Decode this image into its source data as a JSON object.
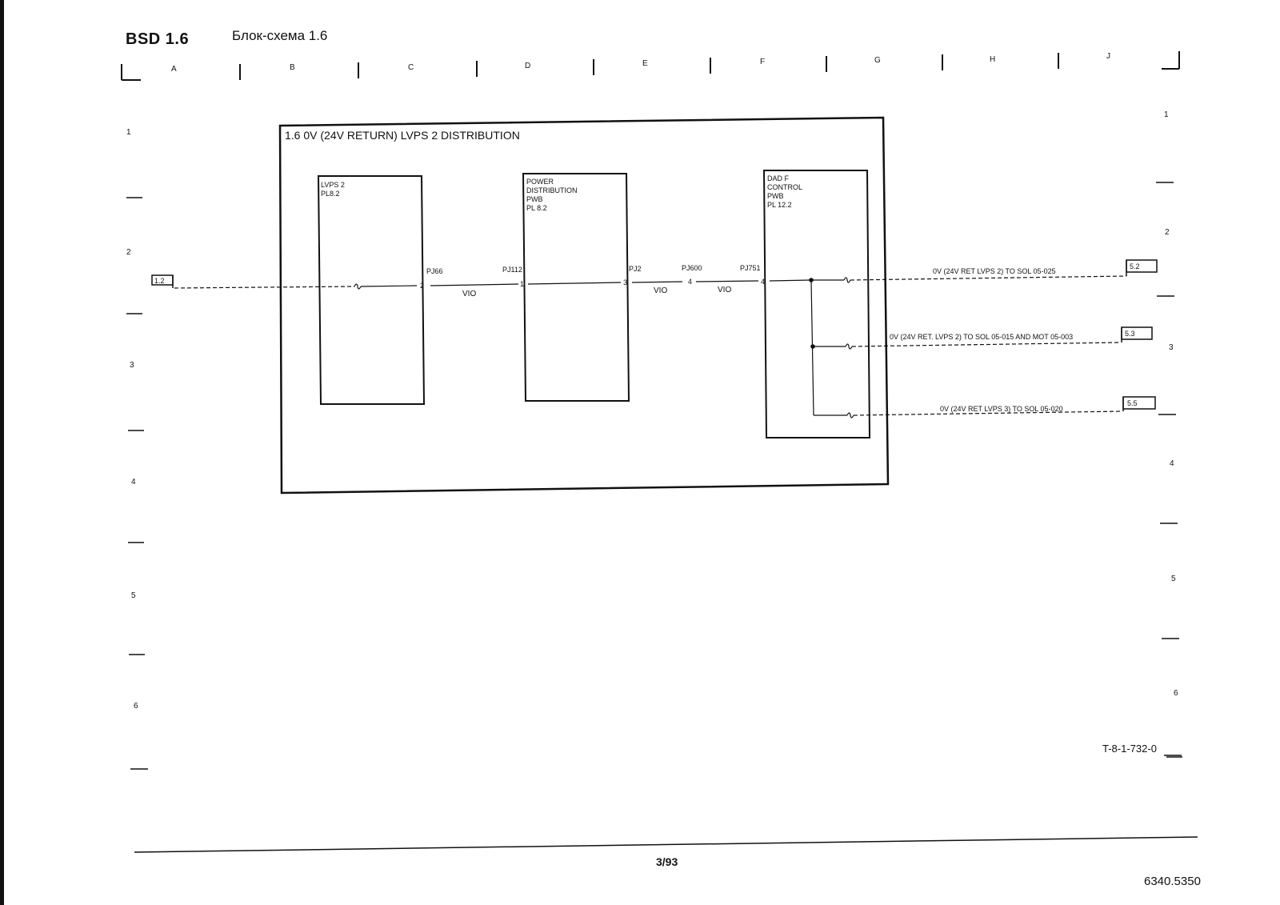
{
  "header": {
    "title": "BSD 1.6",
    "subtitle": "Блок-схема 1.6"
  },
  "grid": {
    "columns": [
      "A",
      "B",
      "C",
      "D",
      "E",
      "F",
      "G",
      "H",
      "J"
    ],
    "rows": [
      "1",
      "2",
      "3",
      "4",
      "5",
      "6"
    ]
  },
  "diagram": {
    "title": "1.6 0V (24V RETURN) LVPS 2 DISTRIBUTION",
    "input_ref": "1.2",
    "blocks": [
      {
        "id": "lvps2",
        "lines": [
          "LVPS 2",
          "PL8.2"
        ]
      },
      {
        "id": "pdpwb",
        "lines": [
          "POWER",
          "DISTRIBUTION",
          "PWB",
          "PL 8.2"
        ]
      },
      {
        "id": "dadf",
        "lines": [
          "DAD F",
          "CONTROL",
          "PWB",
          "PL 12.2"
        ]
      }
    ],
    "connectors": {
      "pj66": "PJ66",
      "pj66_pin": "2",
      "pj112": "PJ112",
      "pj112_pin": "1",
      "pj2": "PJ2",
      "pj2_pin": "3",
      "pj600": "PJ600",
      "pj600_pin": "4",
      "pj751": "PJ751",
      "pj751_pin": "4"
    },
    "wires": {
      "w1": "VIO",
      "w2": "VIO",
      "w3": "VIO"
    },
    "outputs": [
      {
        "label": "0V (24V RET LVPS 2) TO SOL 05-025",
        "ref": "5.2"
      },
      {
        "label": "0V (24V RET. LVPS 2) TO SOL 05-015 AND MOT 05-003",
        "ref": "5.3"
      },
      {
        "label": "0V (24V RET LVPS 3) TO SOL 05-020",
        "ref": "5.5"
      }
    ]
  },
  "footer": {
    "figure_id": "T-8-1-732-0",
    "page": "3/93",
    "doc_number": "6340.5350"
  }
}
